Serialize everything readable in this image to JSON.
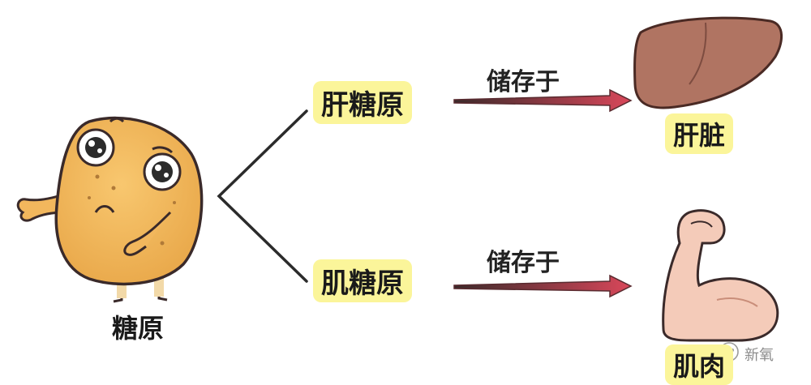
{
  "diagram": {
    "source_label": "糖原",
    "branches": [
      {
        "label": "肝糖原",
        "relation": "储存于",
        "target": "肝脏"
      },
      {
        "label": "肌糖原",
        "relation": "储存于",
        "target": "肌肉"
      }
    ],
    "watermark": "新氧"
  },
  "colors": {
    "highlight": "#fbf59a",
    "arrow": "#d9475a",
    "liver": "#b07462",
    "muscle_skin": "#f4cbb9",
    "mascot": "#f2b75d"
  }
}
